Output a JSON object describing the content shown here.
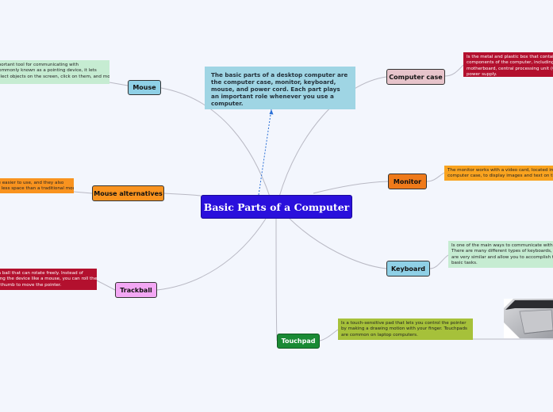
{
  "central": {
    "label": "Basic Parts of a  Computer",
    "color": "#2a10dc"
  },
  "summary": {
    "text": "The basic parts of a desktop computer are the computer case, monitor, keyboard, mouse, and power cord. Each part plays an important role whenever you use a computer."
  },
  "branches": [
    {
      "id": "mouse",
      "label": "Mouse",
      "color": "#8fd0e6",
      "note": "an important tool for communicating with\nalso commonly known as a pointing device, it lets\nyou select objects on the screen, click on them, and move",
      "note_color": "#c6ecd2",
      "note_text_color": "#222"
    },
    {
      "id": "mouse-alternatives",
      "label": "Mouse alternatives",
      "color": "#f9931f",
      "note": "may be easier to use, and they also\nrequire less space than a traditional mouse.",
      "note_color": "#f9931f",
      "note_text_color": "#222"
    },
    {
      "id": "trackball",
      "label": "Trackball",
      "color": "#f3a7f4",
      "note": "has a ball that can rotate freely. Instead of\nmoving the device like a mouse, you can roll the ball with\nyour thumb to move the pointer.",
      "note_color": "#b3102e",
      "note_text_color": "#ffffff"
    },
    {
      "id": "computer-case",
      "label": "Computer case",
      "color": "#e7c4cb",
      "note": "Is the metal and plastic box that contains the main\ncomponents of the computer, including the\nmotherboard, central processing unit (CPU), and\npower supply.",
      "note_color": "#b3102e",
      "note_text_color": "#ffffff"
    },
    {
      "id": "monitor",
      "label": "Monitor",
      "color": "#ef7a1a",
      "note": "The monitor works with a video card, located inside the\ncomputer case, to display images and text on the screen.",
      "note_color": "#f9a31f",
      "note_text_color": "#222"
    },
    {
      "id": "keyboard",
      "label": "Keyboard",
      "color": "#8fd0e6",
      "note": "Is one of the main ways to communicate with a computer.\nThere are many different types of keyboards, but most\nare very similar and allow you to accomplish the same\nbasic tasks.",
      "note_color": "#c6ecd2",
      "note_text_color": "#222"
    },
    {
      "id": "touchpad",
      "label": "Touchpad",
      "color": "#1a8a34",
      "note": "Is a touch-sensitive pad that lets you control the pointer\nby making a drawing motion with your finger. Touchpads\nare common on laptop computers.",
      "note_color": "#a6c13a",
      "note_text_color": "#222"
    }
  ],
  "colors": {
    "line": "#b9b9c4",
    "dashed": "#2a6fd6"
  }
}
